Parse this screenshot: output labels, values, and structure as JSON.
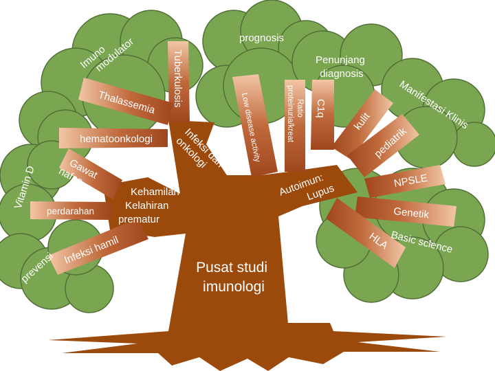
{
  "diagram": {
    "trunk": [
      "Pusat studi",
      "imunologi"
    ],
    "branch_left": [
      "Kehamilan",
      "Kelahiran",
      "prematur"
    ],
    "branch_middle": [
      "Infeksi dan",
      "onkologi"
    ],
    "branch_right": [
      "Autoimun:",
      "Lupus"
    ],
    "clusters": {
      "imunomodulator": [
        "Imuno",
        "modulator"
      ],
      "vitamin_d": "Vitamin D",
      "prevensi": "prevensi",
      "prognosis": "prognosis",
      "penunjang": [
        "Penunjang",
        "diagnosis"
      ],
      "manifestasi": "Manifestasi Klinis",
      "basic_science": "Basic science"
    },
    "twigs": {
      "tuberkulosis": "Tuberkulosis",
      "thalassemia": "Thalassemia",
      "hematoonkologi": "hematoonkologi",
      "gawat_nafas": [
        "Gawat",
        "nafas"
      ],
      "perdarahan": "perdarahan",
      "infeksi_hamil": "Infeksi hamil",
      "low_disease_activity": "Low disease activity",
      "ratio": [
        "Ratio",
        "proteinuria/kreat"
      ],
      "c1q": "C1q",
      "kulit": "kulit",
      "pediatrik": "pediatrik",
      "npsle": "NPSLE",
      "genetik": "Genetik",
      "hla": "HLA"
    },
    "colors": {
      "foliage": "#7aa551",
      "foliage_edge": "#516f36",
      "wood": "#9c4a0c",
      "twig_dark": "#a8502a",
      "twig_light": "#f2c6a6"
    }
  }
}
